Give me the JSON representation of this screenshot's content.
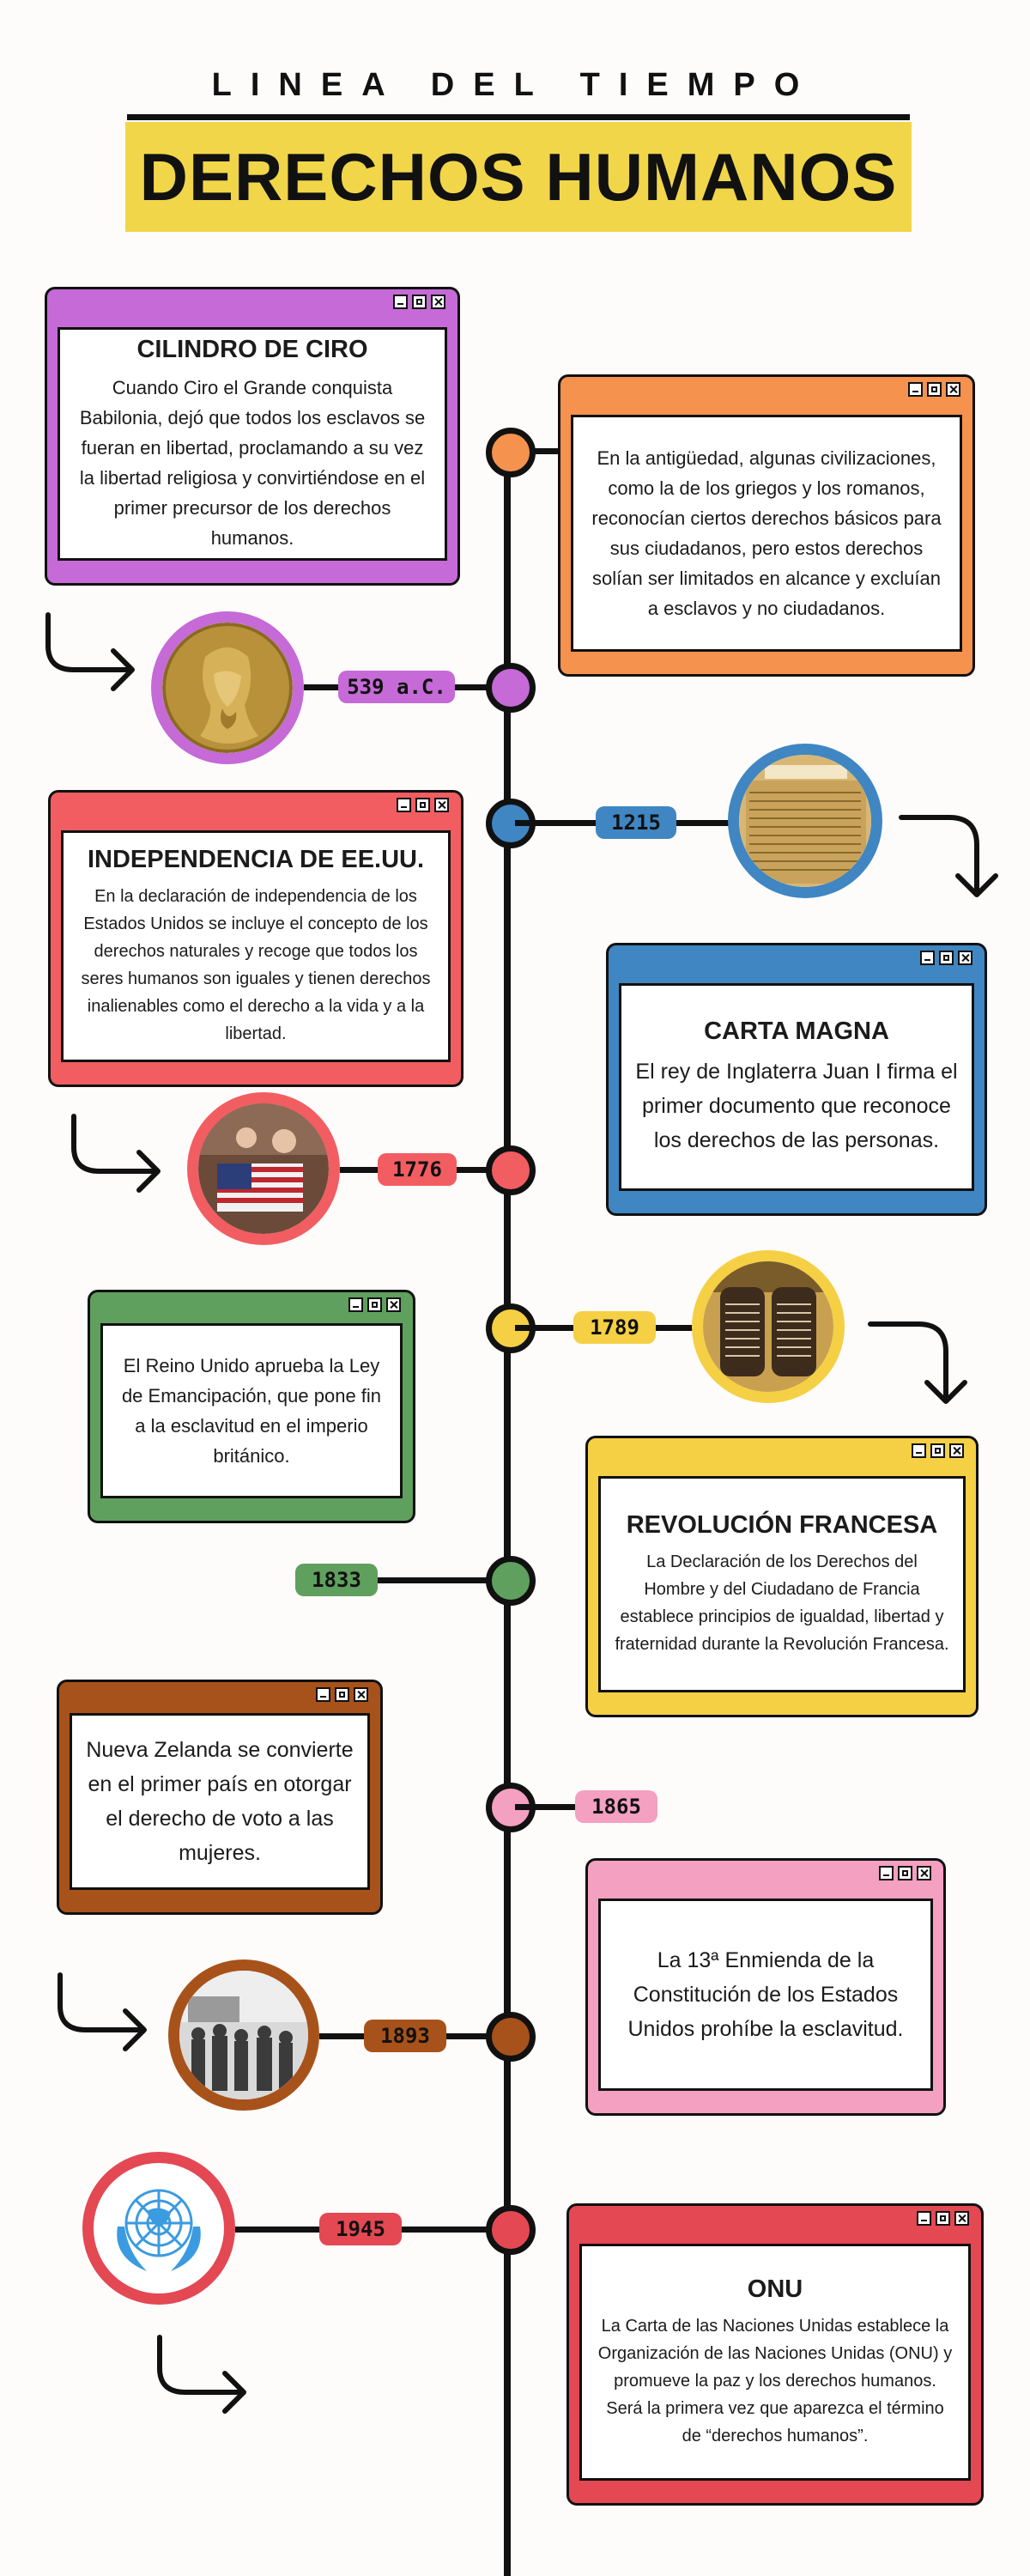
{
  "header": {
    "subtitle": "LINEA DEL TIEMPO",
    "title": "DERECHOS HUMANOS"
  },
  "colors": {
    "purple": "#c56ad7",
    "orange": "#f4924e",
    "blue": "#3f86c2",
    "red": "#f25d62",
    "yellow": "#f5d044",
    "green": "#5fa05e",
    "pink": "#f4a0c1",
    "brown": "#a8521b",
    "crimson": "#e34853",
    "banner": "#f1d64a"
  },
  "timeline": {
    "y539": "539 a.C.",
    "y1215": "1215",
    "y1776": "1776",
    "y1789": "1789",
    "y1833": "1833",
    "y1865": "1865",
    "y1893": "1893",
    "y1945": "1945"
  },
  "cards": {
    "ciro": {
      "title": "CILINDRO DE CIRO",
      "body": "Cuando Ciro el Grande conquista Babilonia, dejó que todos los esclavos se fueran en libertad, proclamando a su vez la libertad religiosa y convirtiéndose en el primer precursor de los derechos humanos."
    },
    "antiguedad": {
      "body": "En la antigüedad, algunas civilizaciones, como la de los griegos y los romanos, reconocían ciertos derechos básicos para sus ciudadanos, pero estos derechos solían ser limitados en alcance y excluían a esclavos y no ciudadanos."
    },
    "independencia": {
      "title": "INDEPENDENCIA DE EE.UU.",
      "body": "En la declaración de independencia de los Estados Unidos se incluye el concepto de los derechos naturales y recoge que todos los seres humanos son iguales y tienen derechos inalienables como el derecho a la vida y a la libertad."
    },
    "carta": {
      "title": "CARTA MAGNA",
      "body": "El rey de Inglaterra Juan I firma el primer documento que reconoce los derechos de las personas."
    },
    "emancipacion": {
      "body": "El Reino Unido aprueba la Ley de Emancipación, que pone fin a la esclavitud en el imperio británico."
    },
    "revolucion": {
      "title": "REVOLUCIÓN FRANCESA",
      "body": "La Declaración de los Derechos del Hombre y del Ciudadano de Francia establece principios de igualdad, libertad y fraternidad durante la Revolución Francesa."
    },
    "nzelanda": {
      "body": "Nueva Zelanda se convierte en el primer país en otorgar el derecho de voto a las mujeres."
    },
    "enmienda": {
      "body": "La 13ª Enmienda de la Constitución de los Estados Unidos prohíbe la esclavitud."
    },
    "onu": {
      "title": "ONU",
      "body": "La Carta de las Naciones Unidas establece la Organización de las Naciones Unidas (ONU) y promueve la paz y los derechos humanos.",
      "body2": "Será la primera vez que aparezca el término de “derechos humanos”."
    }
  },
  "icons": {
    "coin": "cyrus-coin-image",
    "document": "magna-carta-document-image",
    "flag": "flag-painting-image",
    "tablets": "declaration-tablets-image",
    "crowd": "suffragettes-photo-image",
    "un": "un-emblem-icon",
    "arrow": "curved-arrow-icon"
  }
}
